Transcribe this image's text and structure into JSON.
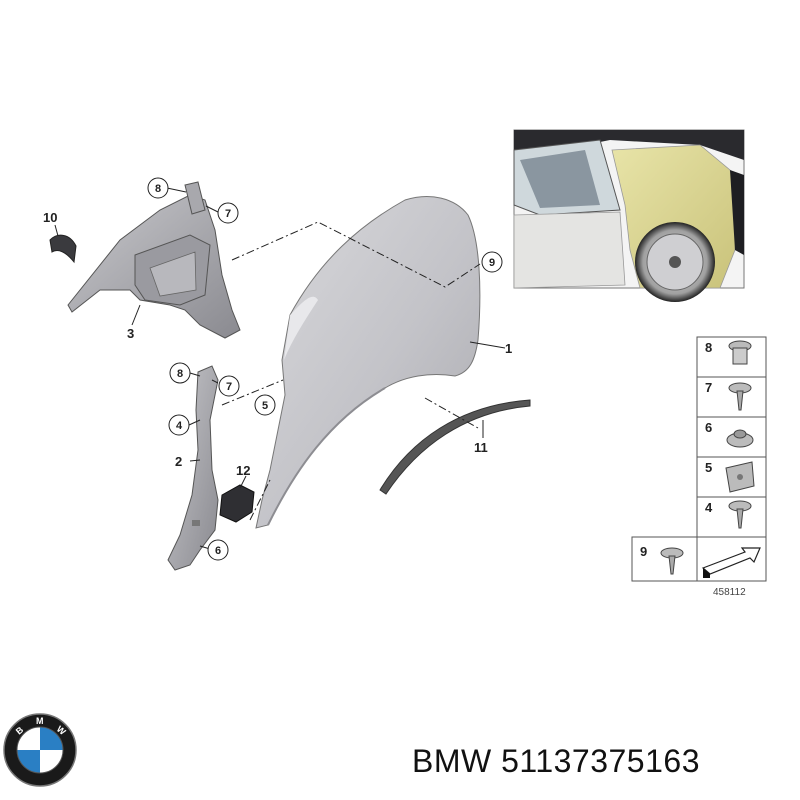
{
  "diagram": {
    "callouts": {
      "c1": "1",
      "c2": "2",
      "c3": "3",
      "c4": "4",
      "c5": "5",
      "c6": "6",
      "c7a": "7",
      "c7b": "7",
      "c8a": "8",
      "c8b": "8",
      "c9": "9",
      "c10": "10",
      "c11": "11",
      "c12": "12"
    },
    "fastener_legend": {
      "rows": [
        "8",
        "7",
        "6",
        "5",
        "4"
      ],
      "bottom_label": "9"
    },
    "diagram_number": "458112"
  },
  "footer": {
    "brand": "BMW",
    "part_number": "51137375163",
    "logo_letters": "BMW"
  }
}
